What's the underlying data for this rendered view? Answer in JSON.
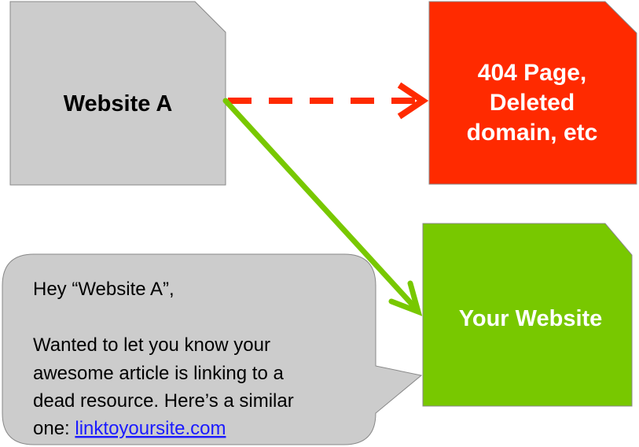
{
  "website_a": {
    "label": "Website A",
    "color": "#cccccc"
  },
  "dead_page": {
    "lines": [
      "404 Page,",
      "Deleted",
      "domain, etc"
    ],
    "color": "#ff2a00"
  },
  "your_website": {
    "label": "Your Website",
    "color": "#78c800"
  },
  "message": {
    "greeting": "Hey “Website A”,",
    "lines": [
      "Wanted to let you know your",
      "awesome article is linking to a",
      "dead resource. Here’s a similar"
    ],
    "last_prefix": "one: ",
    "link": "linktoyoursite.com"
  },
  "arrows": {
    "broken_color": "#ff2a00",
    "replacement_color": "#78c800"
  }
}
